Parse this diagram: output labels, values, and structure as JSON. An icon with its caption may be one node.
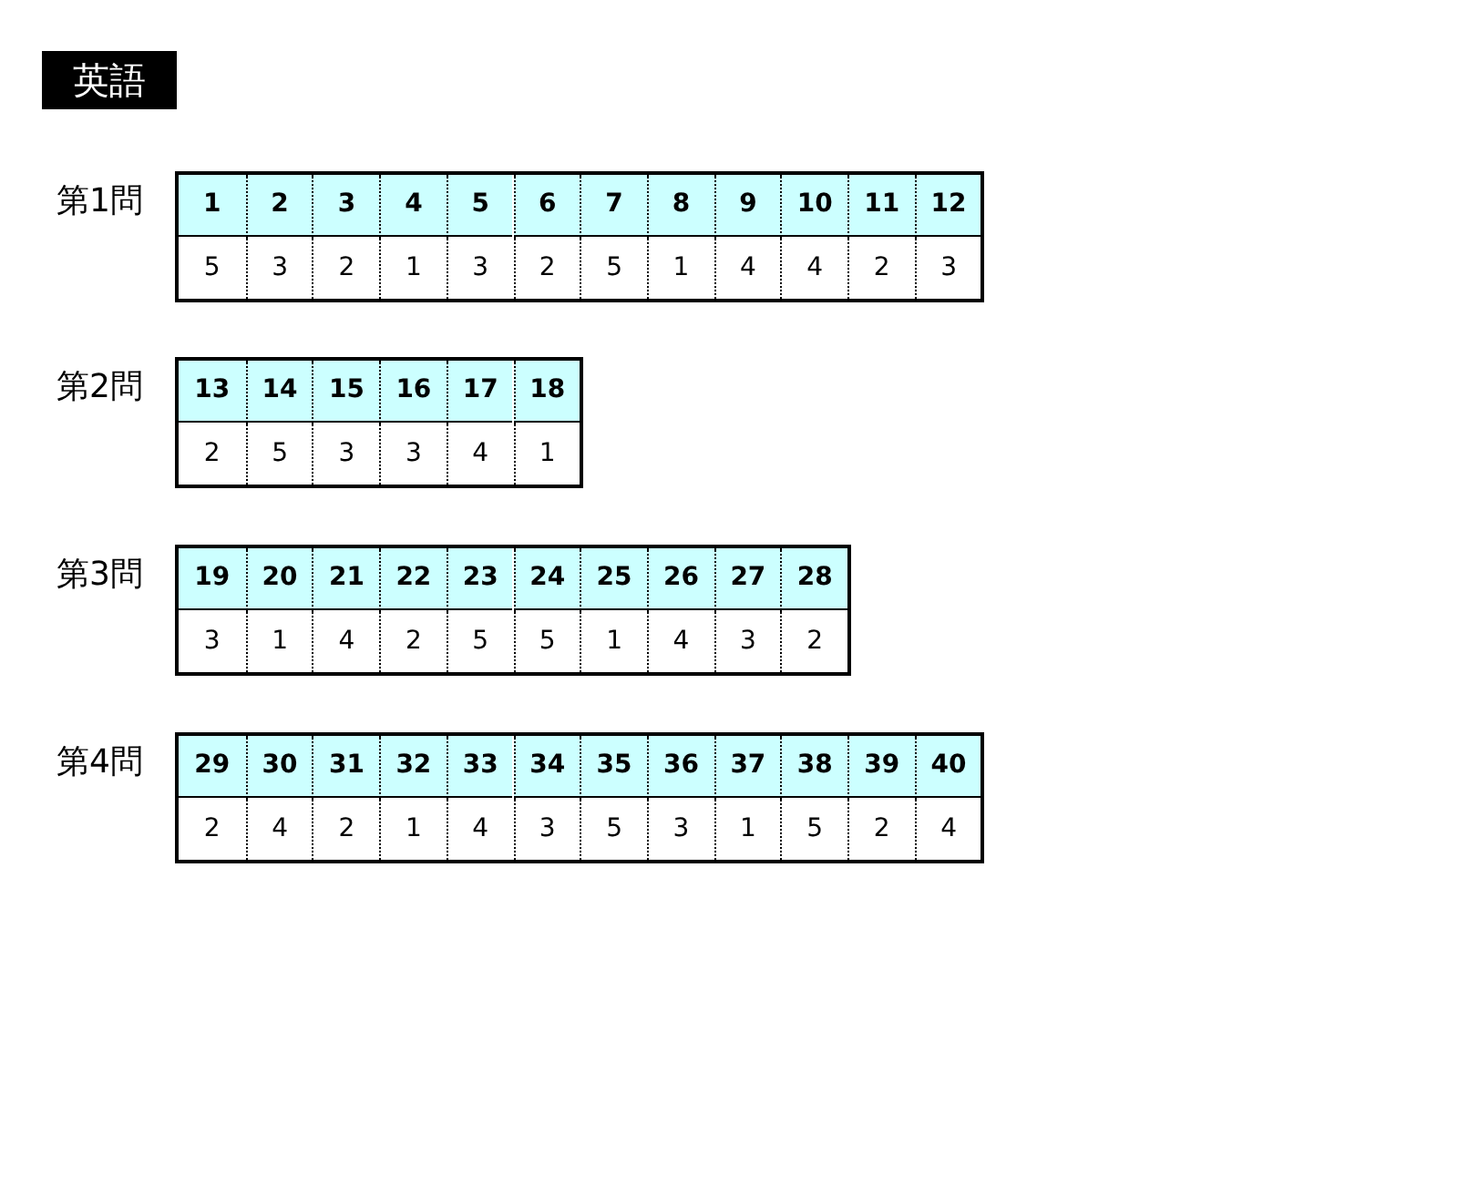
{
  "diagram": {
    "title": "英語",
    "labels": [
      "第1問",
      "1",
      "2",
      "3",
      "4",
      "5",
      "6",
      "7",
      "8",
      "9",
      "10",
      "11",
      "12",
      "5",
      "3",
      "2",
      "1",
      "3",
      "2",
      "5",
      "1",
      "4",
      "4",
      "2",
      "3",
      "第2問",
      "13",
      "14",
      "15",
      "16",
      "17",
      "18",
      "2",
      "5",
      "3",
      "3",
      "4",
      "1",
      "第3問",
      "19",
      "20",
      "21",
      "22",
      "23",
      "24",
      "25",
      "26",
      "27",
      "28",
      "3",
      "1",
      "4",
      "2",
      "5",
      "5",
      "1",
      "4",
      "3",
      "2",
      "第4問",
      "29",
      "30",
      "31",
      "32",
      "33",
      "34",
      "35",
      "36",
      "37",
      "38",
      "39",
      "40",
      "2",
      "4",
      "2",
      "1",
      "4",
      "3",
      "5",
      "3",
      "1",
      "5",
      "2",
      "4"
    ]
  }
}
